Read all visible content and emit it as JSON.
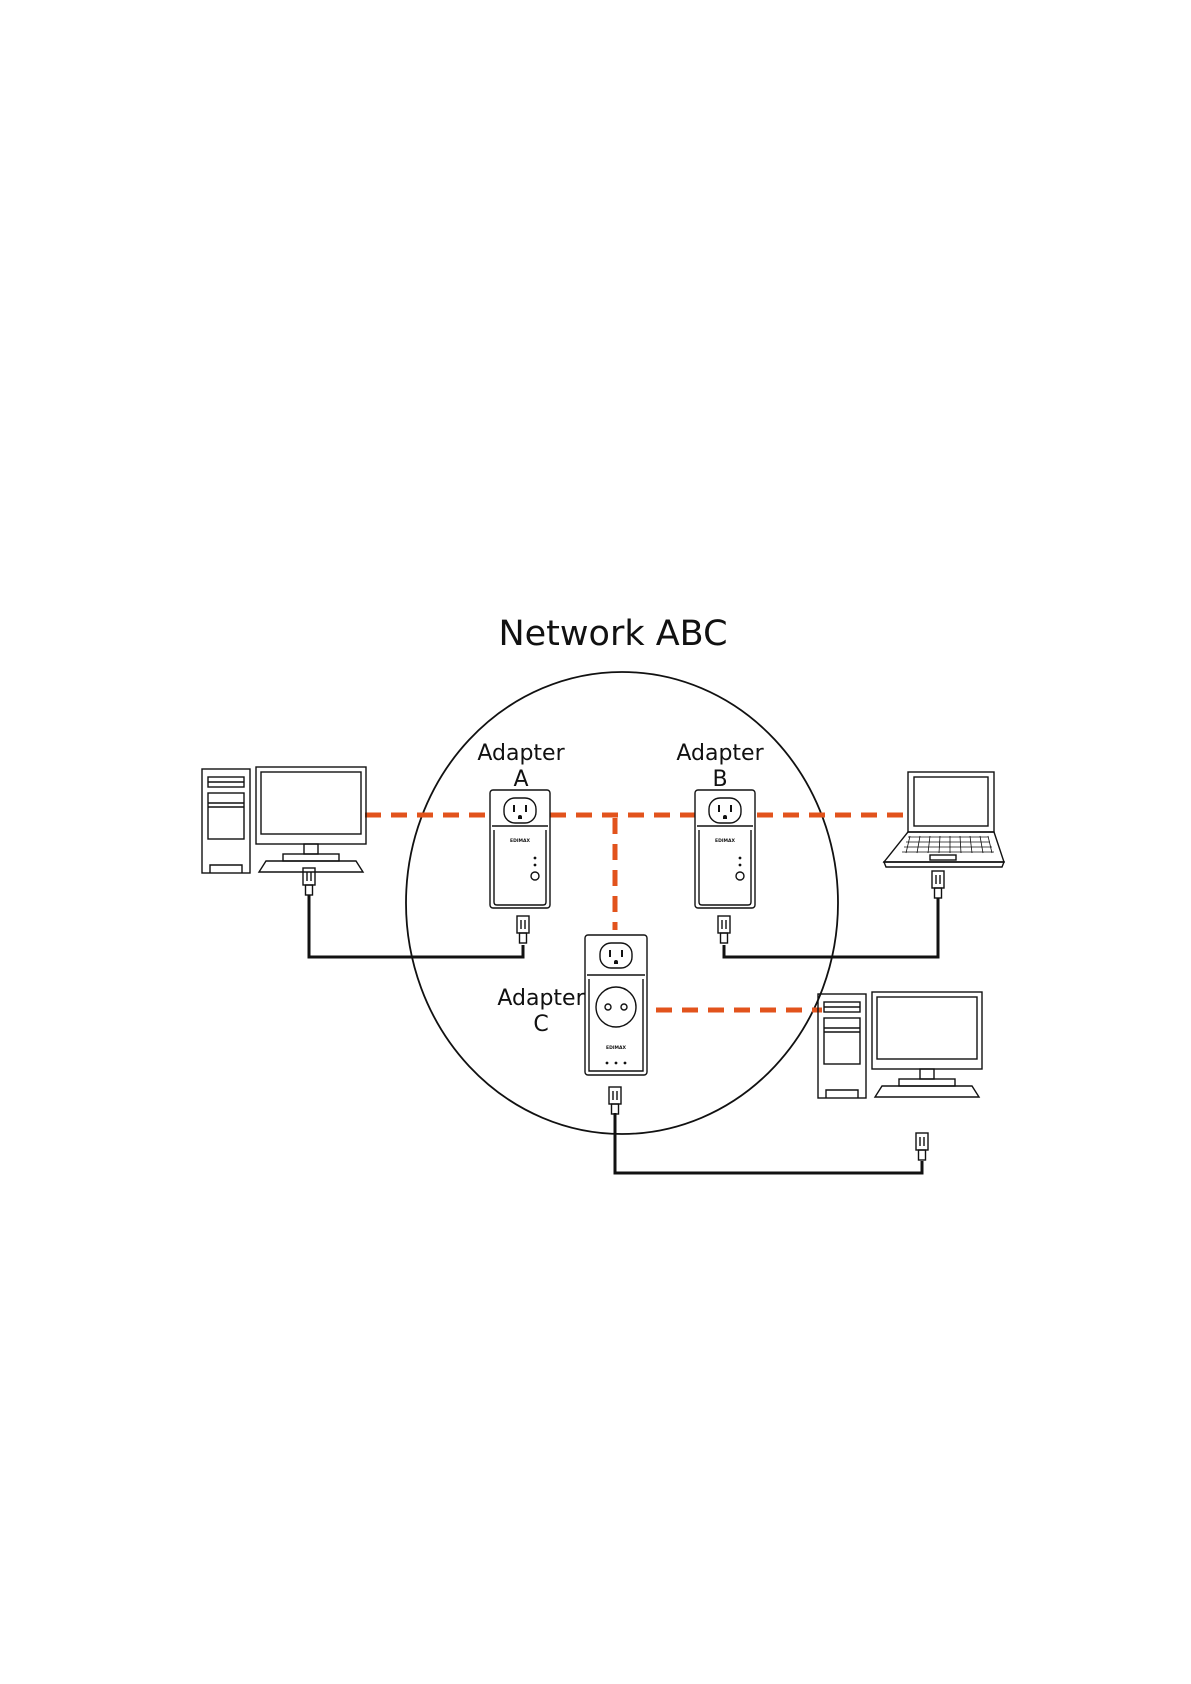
{
  "title": "Network ABC",
  "adapters": {
    "a": {
      "line1": "Adapter",
      "line2": "A"
    },
    "b": {
      "line1": "Adapter",
      "line2": "B"
    },
    "c": {
      "line1": "Adapter",
      "line2": "C"
    }
  },
  "brand_text": "EDIMAX",
  "colors": {
    "powerline": "#e2531c",
    "line": "#111111",
    "background": "#ffffff"
  },
  "icons": [
    "desktop-computer-icon",
    "laptop-icon",
    "powerline-adapter-icon",
    "ethernet-plug-icon"
  ]
}
